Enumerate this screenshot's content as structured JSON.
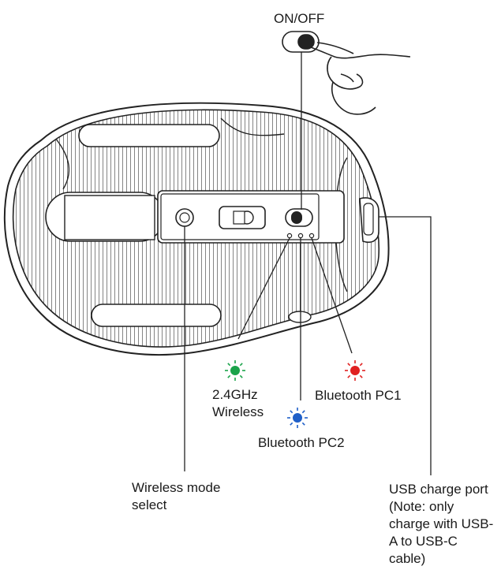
{
  "labels": {
    "on_off": "ON/OFF",
    "wireless_24": "2.4GHz Wireless",
    "bt_pc1": "Bluetooth PC1",
    "bt_pc2": "Bluetooth PC2",
    "wireless_mode_select": "Wireless mode select",
    "usb_charge_port": "USB charge port (Note: only charge with USB-A to USB-C cable)"
  },
  "led_colors": {
    "wireless_24": "#1aa34a",
    "bt_pc1": "#e02020",
    "bt_pc2": "#1f5fc8"
  }
}
